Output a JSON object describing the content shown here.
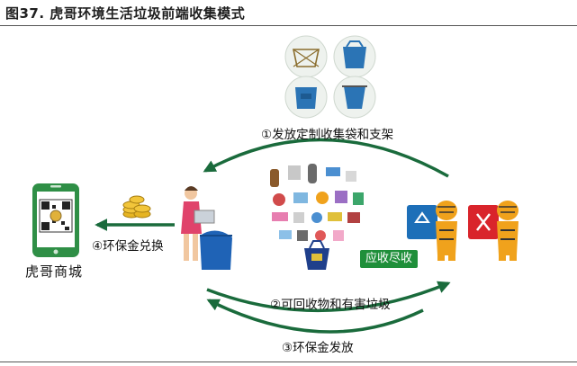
{
  "figure": {
    "title": "图37. 虎哥环境生活垃圾前端收集模式"
  },
  "nodes": {
    "app": {
      "label": "虎哥商城"
    },
    "receive_badge": {
      "label": "应收尽收"
    }
  },
  "flows": [
    {
      "label": "①发放定制收集袋和支架"
    },
    {
      "label": "②可回收物和有害垃圾"
    },
    {
      "label": "③环保金发放"
    },
    {
      "label": "④环保金兑换"
    }
  ],
  "colors": {
    "arrow_green": "#1a6b3c",
    "badge_green": "#1f8f3a",
    "bin_blue": "#1d6fb8",
    "bin_red": "#d9242b",
    "tiger_orange": "#f0a21c"
  }
}
